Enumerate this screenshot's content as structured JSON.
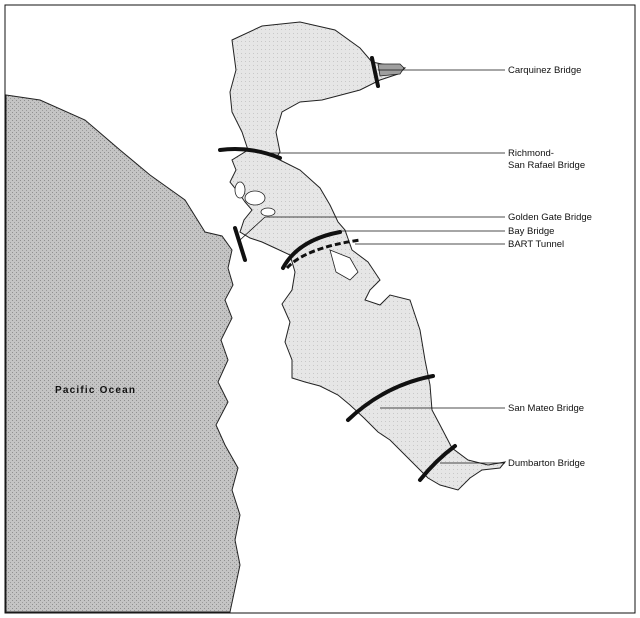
{
  "map": {
    "ocean_label": "Pacific Ocean",
    "labels": {
      "carquinez": "Carquinez Bridge",
      "richmond_line1": "Richmond-",
      "richmond_line2": "San Rafael Bridge",
      "golden_gate": "Golden Gate Bridge",
      "bay_bridge": "Bay Bridge",
      "bart": "BART Tunnel",
      "san_mateo": "San Mateo Bridge",
      "dumbarton": "Dumbarton Bridge"
    },
    "colors": {
      "ocean": "#c4c4c4",
      "bay": "#e6e6e6",
      "land": "#ffffff",
      "ink": "#111111"
    }
  }
}
